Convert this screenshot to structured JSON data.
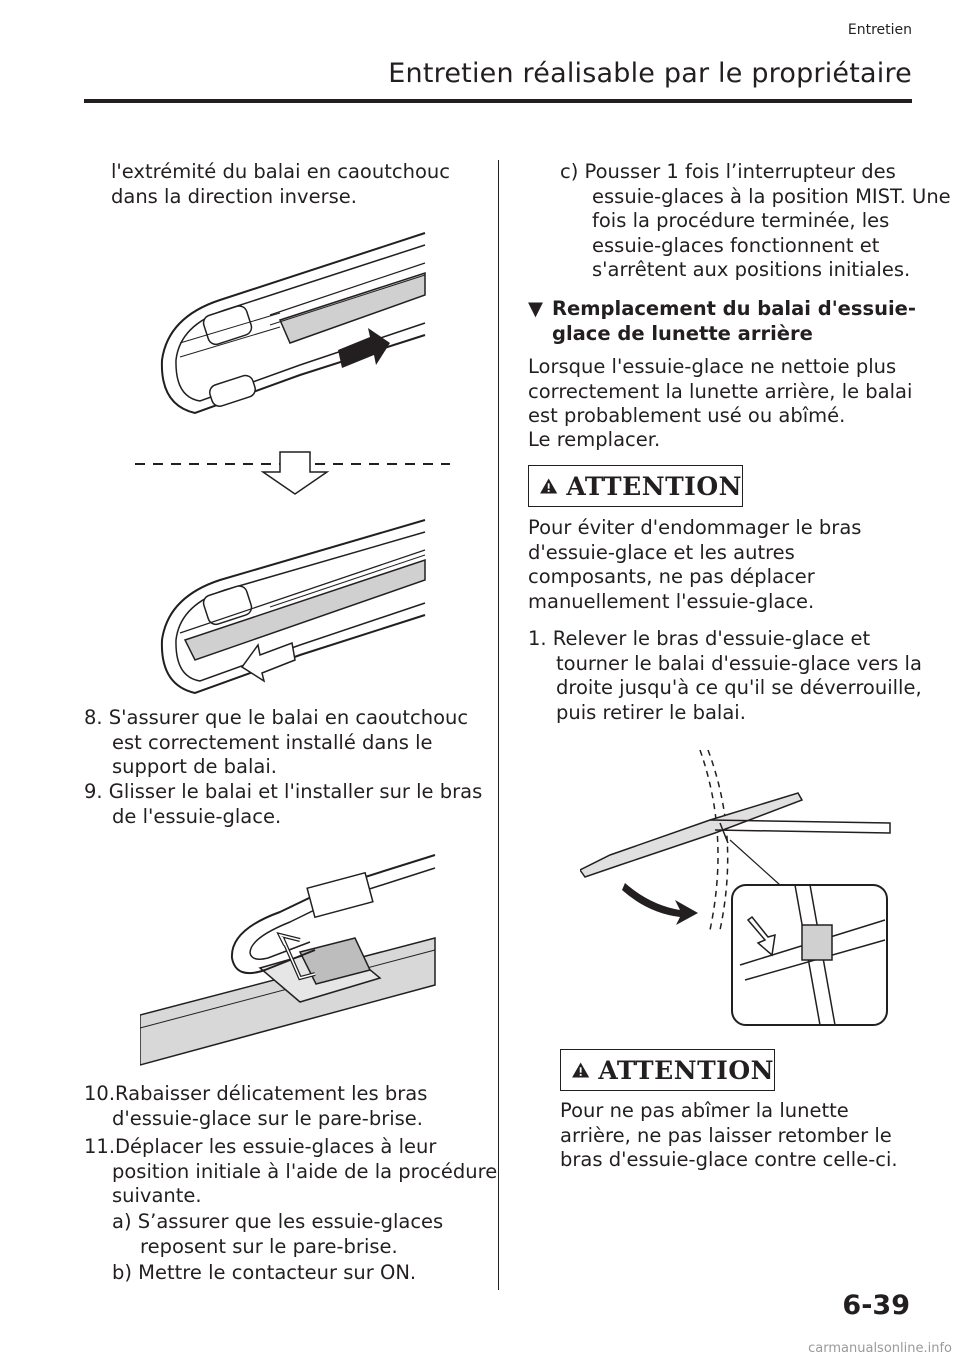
{
  "header": {
    "section": "Entretien",
    "title": "Entretien réalisable par le propriétaire"
  },
  "left": {
    "intro": "l'extrémité du balai en caoutchouc dans la direction inverse.",
    "step8": "8.  S'assurer que le balai en caoutchouc est correctement installé dans le support de balai.",
    "step9": "9.  Glisser le balai et l'installer sur le bras de l'essuie-glace.",
    "step10": "10.Rabaisser délicatement les bras d'essuie-glace sur le pare-brise.",
    "step11": "11.Déplacer les essuie-glaces à leur position initiale à l'aide de la procédure suivante.",
    "sub_a": "a)  S’assurer que les essuie-glaces reposent sur le pare-brise.",
    "sub_b": "b)  Mettre le contacteur sur ON."
  },
  "right": {
    "sub_c": "c)  Pousser 1 fois l’interrupteur des essuie-glaces à la position MIST. Une fois la procédure terminée, les essuie-glaces fonctionnent et s'arrêtent aux positions initiales.",
    "heading_marker": "▼",
    "heading": "Remplacement du balai d'essuie-glace de lunette arrière",
    "para": "Lorsque l'essuie-glace ne nettoie plus correctement la lunette arrière, le balai est probablement usé ou abîmé.",
    "para2": "Le remplacer.",
    "attention1": {
      "label": "ATTENTION",
      "text": "Pour éviter d'endommager le bras d'essuie-glace et les autres composants, ne pas déplacer manuellement l'essuie-glace."
    },
    "step1": "1.  Relever le bras d'essuie-glace et tourner le balai d'essuie-glace vers la droite jusqu'à ce qu'il se déverrouille, puis retirer le balai.",
    "attention2": {
      "label": "ATTENTION",
      "text": "Pour ne pas abîmer la lunette arrière, ne pas laisser retomber le bras d'essuie-glace contre celle-ci."
    }
  },
  "footer": {
    "page_number": "6-39",
    "watermark": "carmanualsonline.info"
  }
}
